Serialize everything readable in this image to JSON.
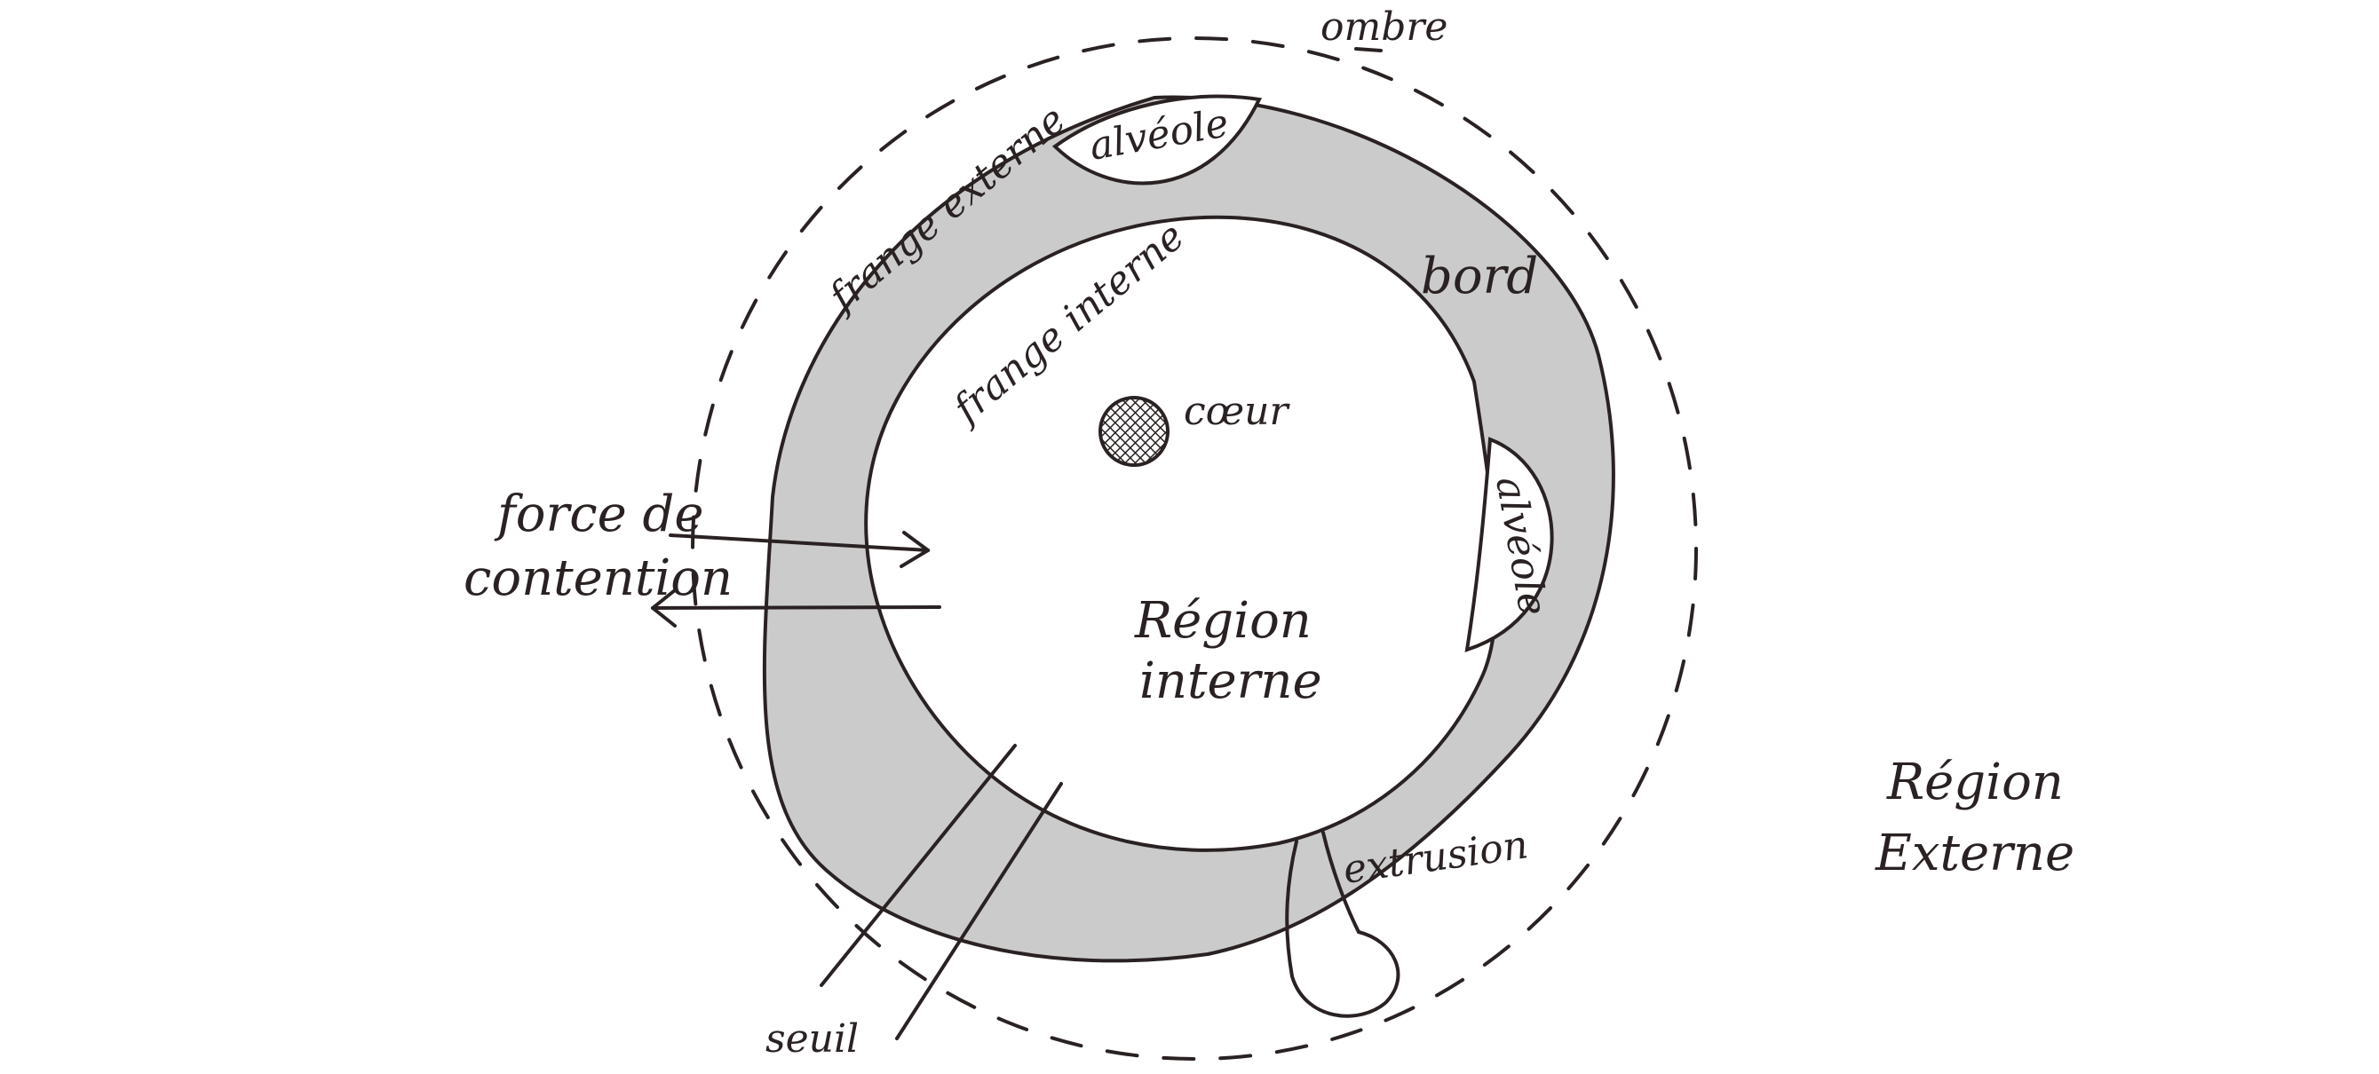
{
  "diagram": {
    "colors": {
      "ink": "#2a2222",
      "band_fill": "#cbcbcb",
      "background": "#ffffff"
    },
    "labels": {
      "ombre": "ombre",
      "frange_externe": "frange externe",
      "frange_interne": "frange interne",
      "alveole_top": "alvéole",
      "alveole_right": "alvéole",
      "bord": "bord",
      "coeur": "cœur",
      "force_line1": "force de",
      "force_line2": "contention",
      "region_interne_line1": "Région",
      "region_interne_line2": "interne",
      "region_externe_line1": "Région",
      "region_externe_line2": "Externe",
      "seuil": "seuil",
      "extrusion": "extrusion"
    }
  }
}
